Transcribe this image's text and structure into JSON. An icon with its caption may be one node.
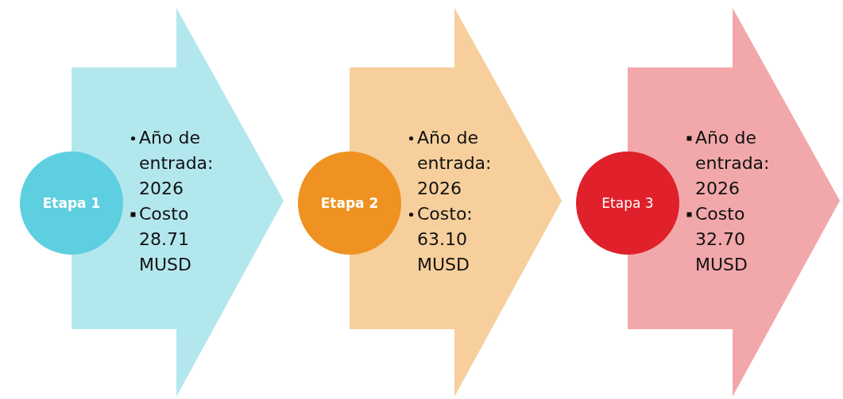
{
  "diagram": {
    "nodes": [
      {
        "text": [
          "Año de entrada: 2026",
          "Costo 28.71 MUSD"
        ]
      },
      {
        "text": [
          "Etapa 1"
        ]
      },
      {
        "text": [
          "Año de entrada: 2026",
          "Costo: 63.10 MUSD"
        ]
      },
      {
        "text": [
          "Etapa 2"
        ]
      },
      {
        "text": [
          "Año de entrada: 2026",
          "Costo 32.70 MUSD"
        ]
      },
      {
        "text": [
          "Etapa 3"
        ]
      }
    ]
  }
}
